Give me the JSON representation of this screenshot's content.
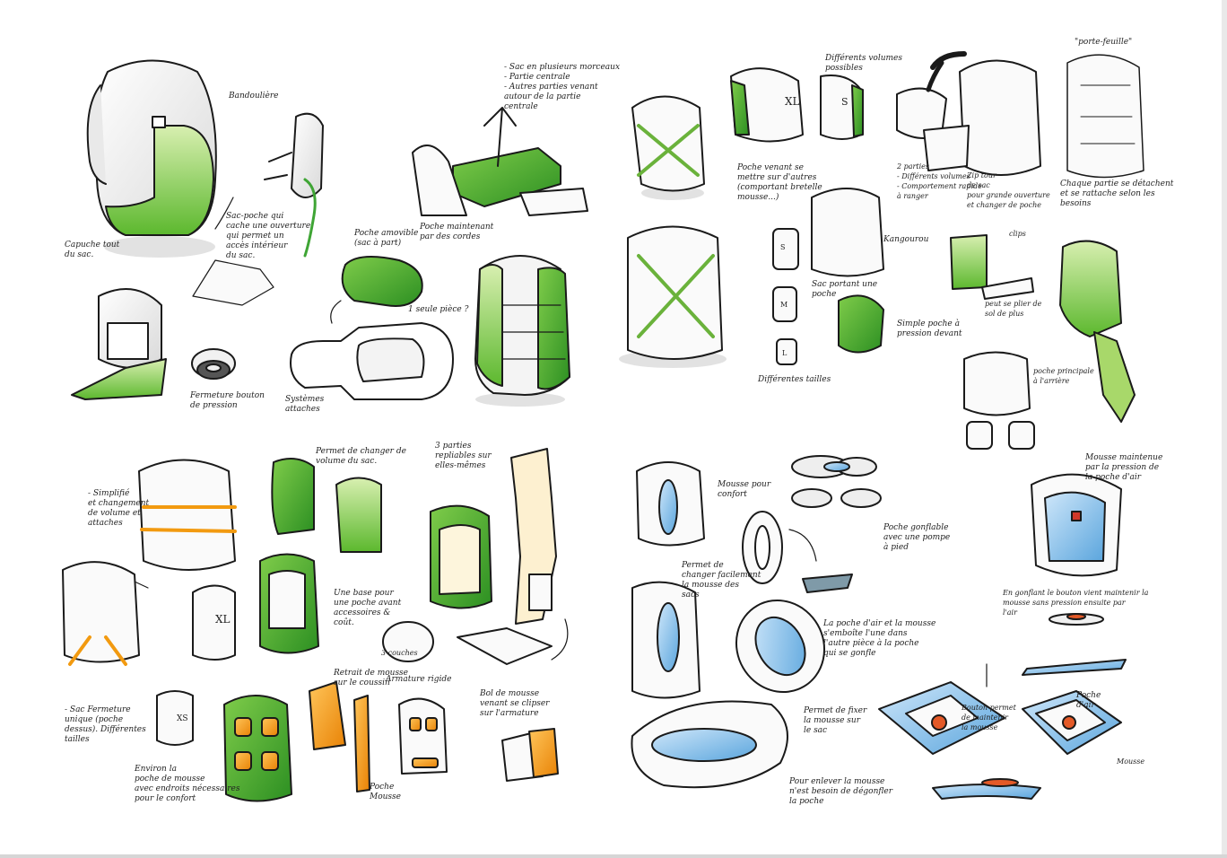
{
  "colors": {
    "green": "#3fa535",
    "light_green": "#a8d86a",
    "orange": "#f29a10",
    "blue": "#6fb3e6",
    "ink": "#1a1a1a",
    "shadow": "#cfcfcf"
  },
  "notes": [
    {
      "id": "a",
      "text": "Bandoulière"
    },
    {
      "id": "b",
      "text": "Capuche tout\ndu sac."
    },
    {
      "id": "c",
      "text": "Sac-poche qui\ncache une ouverture\nqui permet un\naccès intérieur\ndu sac."
    },
    {
      "id": "d",
      "text": "Fermeture bouton\nde pression"
    },
    {
      "id": "e",
      "text": "- Sac en plusieurs morceaux\n  - Partie centrale\n  - Autres parties venant\n    autour de la partie\n    centrale"
    },
    {
      "id": "f",
      "text": "Poche amovible\n(sac à part)"
    },
    {
      "id": "g",
      "text": "Poche maintenant\npar des cordes"
    },
    {
      "id": "h",
      "text": "1 seule pièce ?"
    },
    {
      "id": "i",
      "text": "Systèmes\nattaches"
    },
    {
      "id": "j",
      "text": "Différents volumes\npossibles"
    },
    {
      "id": "k",
      "text": "Poche venant se\nmettre sur d'autres\n(comportant bretelle\nmousse...)"
    },
    {
      "id": "l",
      "text": "Kangourou"
    },
    {
      "id": "m",
      "text": "Sac portant une\npoche"
    },
    {
      "id": "n",
      "text": "Simple poche à\npression devant"
    },
    {
      "id": "o",
      "text": "Différentes tailles"
    },
    {
      "id": "p",
      "text": "2 parties\n- Différents volumes\n- Comportement rapide\n  à ranger"
    },
    {
      "id": "q",
      "text": "Zip tour\nde sac\npour grande ouverture\net changer de poche"
    },
    {
      "id": "r",
      "text": "\"porte-feuille\""
    },
    {
      "id": "s",
      "text": "Chaque partie se détachent\net se rattache selon les\nbesoins"
    },
    {
      "id": "t",
      "text": "clips"
    },
    {
      "id": "u",
      "text": "peut se plier de\nsol de plus"
    },
    {
      "id": "v",
      "text": "poche principale\nà l'arrière"
    },
    {
      "id": "w",
      "text": "- Simplifié\net changement\nde volume et\nattaches"
    },
    {
      "id": "x",
      "text": "Permet de changer de\nvolume du sac."
    },
    {
      "id": "y",
      "text": "3 parties\nrepliables sur\nelles-mêmes"
    },
    {
      "id": "z",
      "text": "Une base pour\nune poche avant\naccessoires &\ncoût."
    },
    {
      "id": "aa",
      "text": "3 couches"
    },
    {
      "id": "ab",
      "text": "Retrait de mousse\nsur le coussin"
    },
    {
      "id": "ac",
      "text": "Armature rigide"
    },
    {
      "id": "ad",
      "text": "Bol de mousse\nvenant se clipser\nsur l'armature"
    },
    {
      "id": "ae",
      "text": "- Sac Fermeture\nunique (poche\ndessus). Différentes\ntailles"
    },
    {
      "id": "af",
      "text": "Environ la\npoche de mousse\navec endroits nécessaires\npour le confort"
    },
    {
      "id": "ag",
      "text": "Poche\nMousse"
    },
    {
      "id": "ah",
      "text": "Mousse pour\nconfort"
    },
    {
      "id": "ai",
      "text": "Permet de\nchanger facilement\nla mousse des\nsacs"
    },
    {
      "id": "aj",
      "text": "Poche gonflable\navec une pompe\nà pied"
    },
    {
      "id": "ak",
      "text": "La poche d'air et la mousse\ns'emboîte l'une dans\nl'autre pièce à la poche\nqui se gonfle"
    },
    {
      "id": "al",
      "text": "Permet de fixer\nla mousse sur\nle sac"
    },
    {
      "id": "am",
      "text": "Pour enlever la mousse\nn'est besoin de dégonfler\nla poche"
    },
    {
      "id": "an",
      "text": "Mousse maintenue\npar la pression de\nla poche d'air"
    },
    {
      "id": "ao",
      "text": "En gonflant le bouton vient maintenir la\nmousse sans pression ensuite par\nl'air"
    },
    {
      "id": "ap",
      "text": "Bouton permet\nde maintenir\nla mousse"
    },
    {
      "id": "aq",
      "text": "Poche\nd'air"
    },
    {
      "id": "ar",
      "text": "Mousse"
    }
  ],
  "sketch_labels": {
    "xl": "XL",
    "s": "S",
    "xl2": "XL",
    "xs": "XS",
    "s1": "S",
    "s2": "M",
    "s3": "L"
  }
}
